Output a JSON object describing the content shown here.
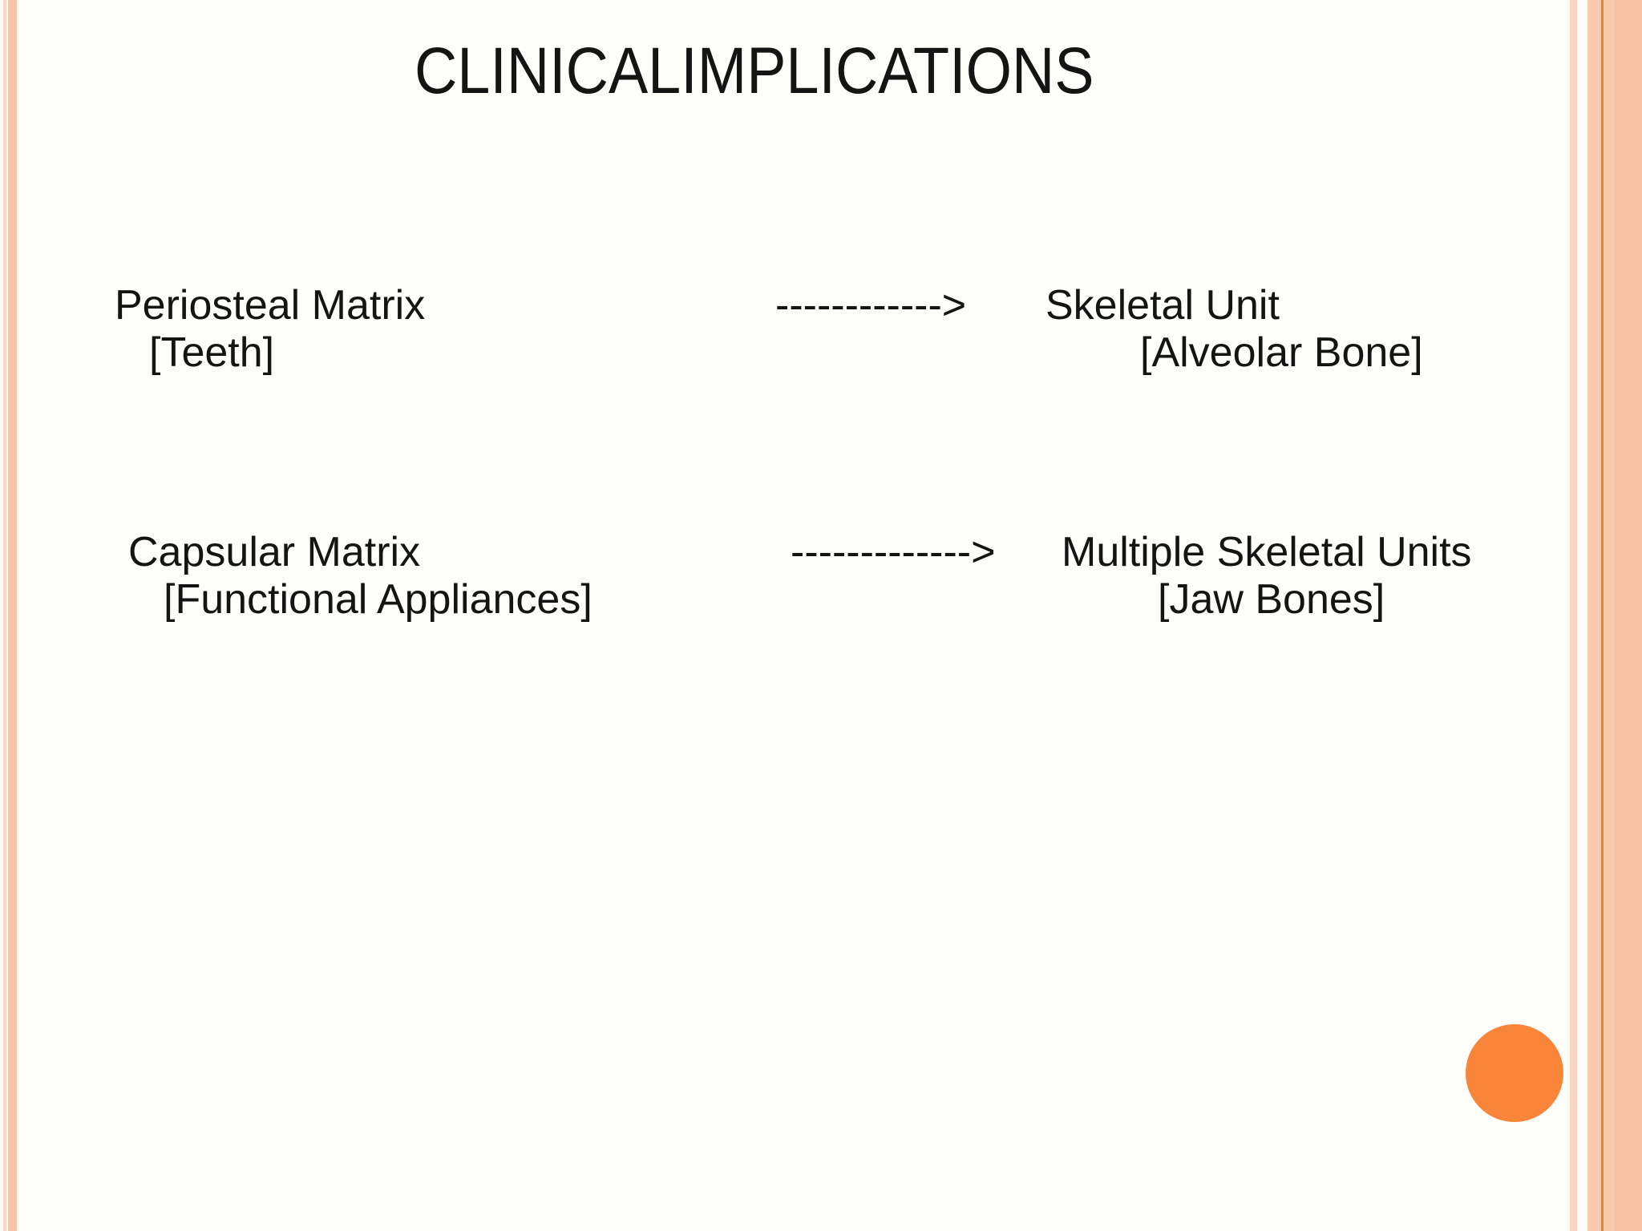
{
  "slide": {
    "title": "CLINICALIMPLICATIONS",
    "rows": [
      {
        "source": {
          "line1": "Periosteal Matrix",
          "line2": "[Teeth]"
        },
        "arrow": "------------>",
        "target": {
          "line1": "Skeletal Unit",
          "line2": "[Alveolar Bone]"
        }
      },
      {
        "source": {
          "line1": "Capsular Matrix",
          "line2": "[Functional Appliances]"
        },
        "arrow": "------------->",
        "target": {
          "line1": "Multiple Skeletal Units",
          "line2": "[Jaw Bones]"
        }
      }
    ],
    "colors": {
      "background": "#FDFEFA",
      "text": "#141414",
      "stripe_light": "#F9D5C3",
      "stripe_peach": "#F8C5A9",
      "border_peach": "#FACAAF",
      "border_dark_line": "#E8822F",
      "border_outer_band": "#F6C1A5",
      "circle": "#F8853A"
    }
  }
}
